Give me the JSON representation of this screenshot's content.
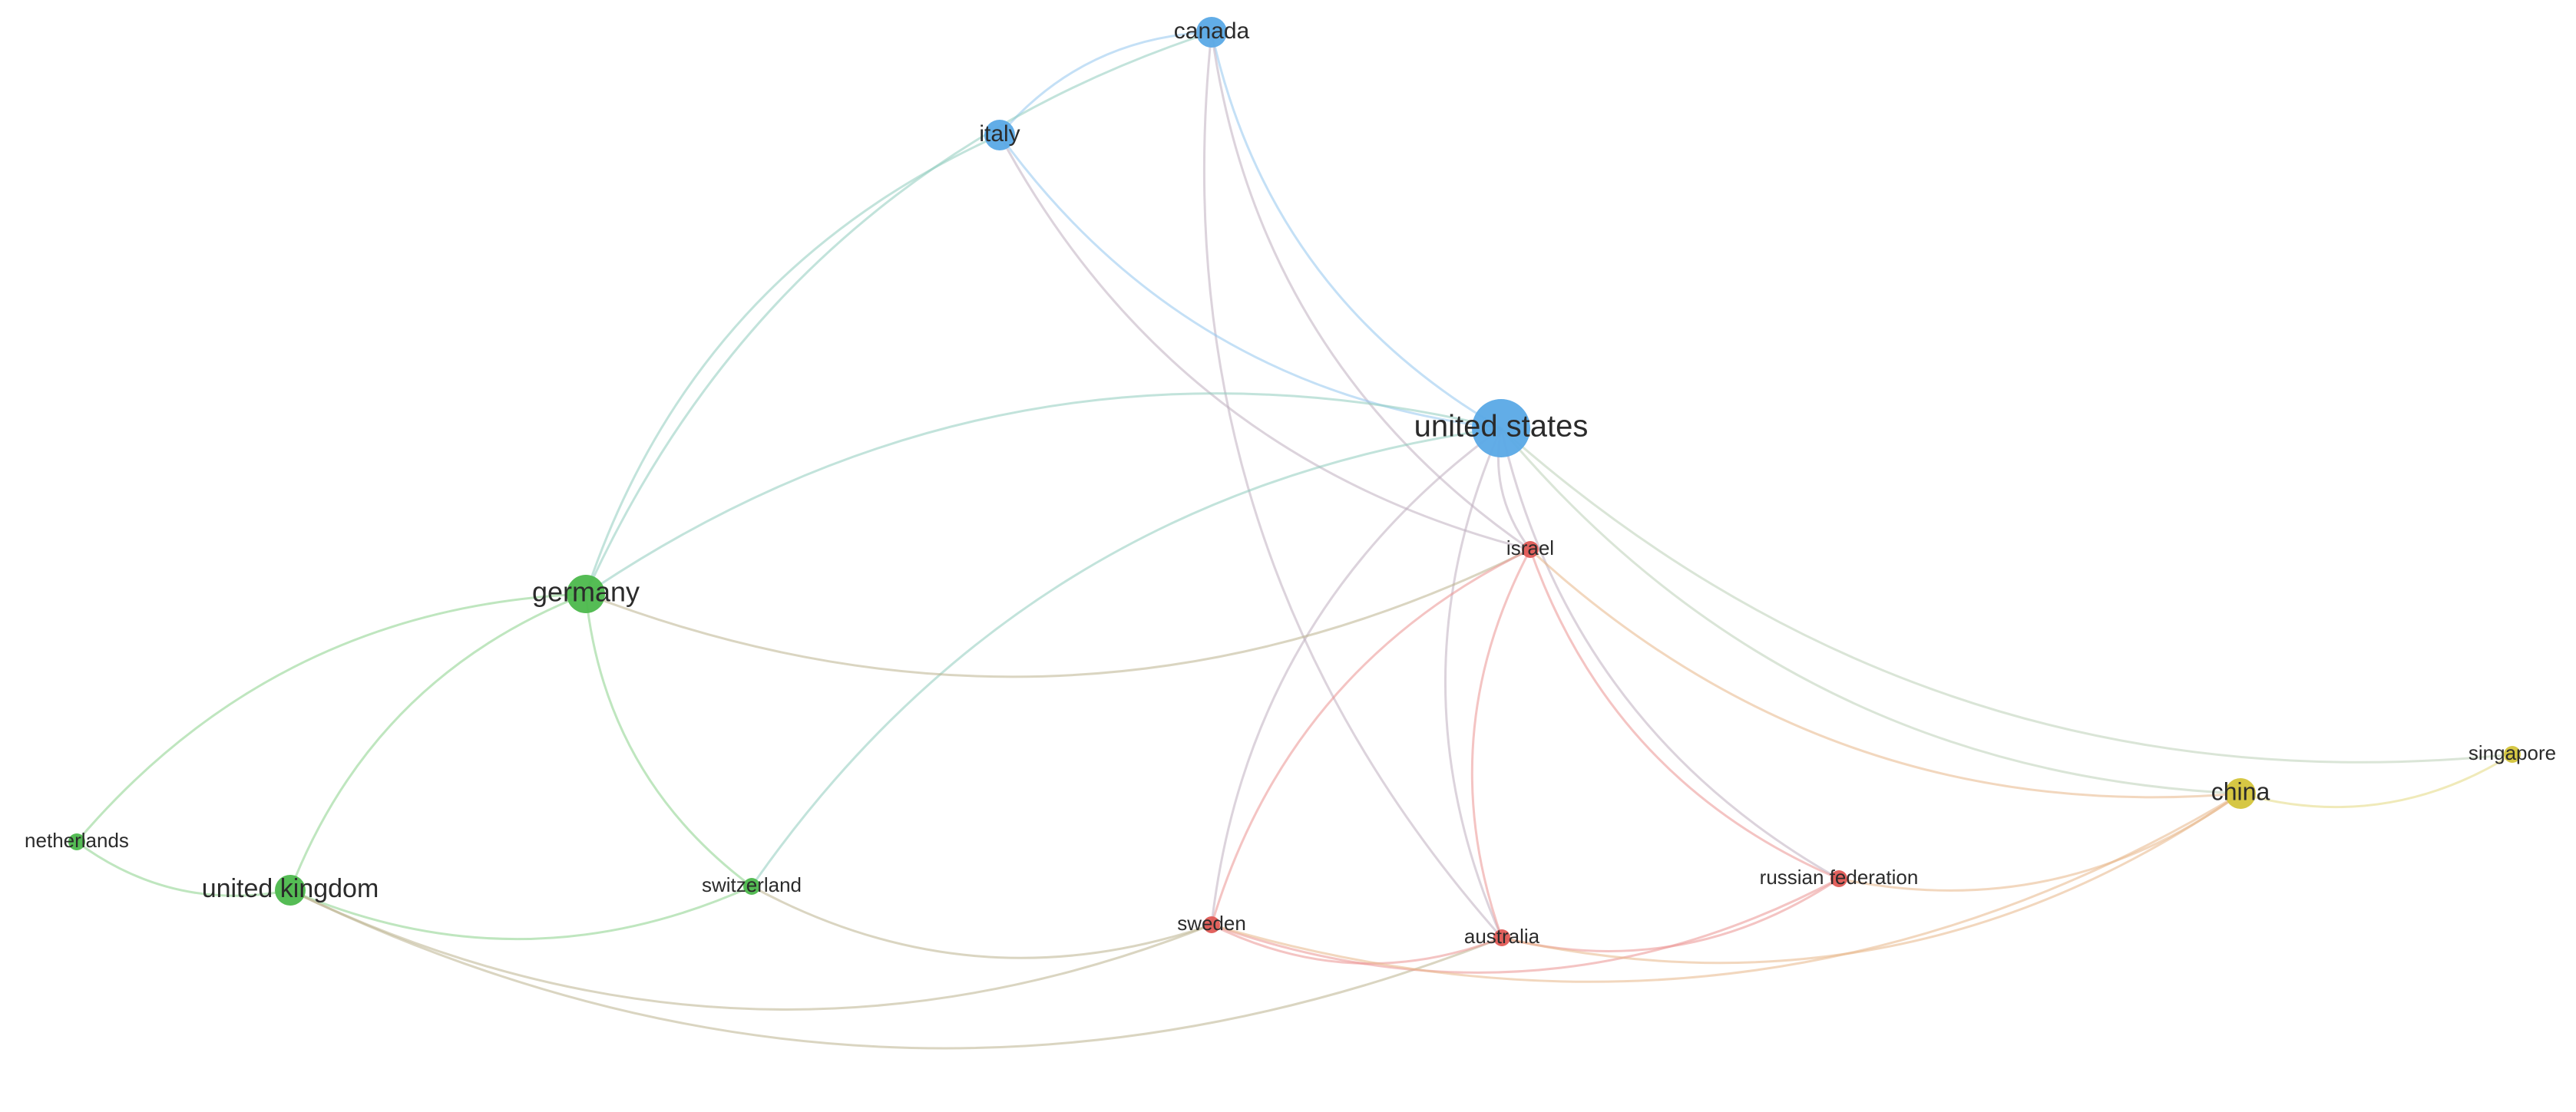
{
  "diagram": {
    "type": "country-collaboration-network",
    "clusters": {
      "blue": "#5aa9e6",
      "green": "#4cb84c",
      "red": "#e05a55",
      "yellow": "#d4c43a"
    },
    "nodes": [
      {
        "id": "canada",
        "label": "canada",
        "cluster": "blue",
        "weight": 2
      },
      {
        "id": "italy",
        "label": "italy",
        "cluster": "blue",
        "weight": 2
      },
      {
        "id": "united_states",
        "label": "united states",
        "cluster": "blue",
        "weight": 5
      },
      {
        "id": "germany",
        "label": "germany",
        "cluster": "green",
        "weight": 3
      },
      {
        "id": "netherlands",
        "label": "netherlands",
        "cluster": "green",
        "weight": 1
      },
      {
        "id": "united_kingdom",
        "label": "united kingdom",
        "cluster": "green",
        "weight": 2.5
      },
      {
        "id": "switzerland",
        "label": "switzerland",
        "cluster": "green",
        "weight": 1
      },
      {
        "id": "israel",
        "label": "israel",
        "cluster": "red",
        "weight": 1
      },
      {
        "id": "sweden",
        "label": "sweden",
        "cluster": "red",
        "weight": 1
      },
      {
        "id": "australia",
        "label": "australia",
        "cluster": "red",
        "weight": 1
      },
      {
        "id": "russian_federation",
        "label": "russian federation",
        "cluster": "red",
        "weight": 1
      },
      {
        "id": "china",
        "label": "china",
        "cluster": "yellow",
        "weight": 2
      },
      {
        "id": "singapore",
        "label": "singapore",
        "cluster": "yellow",
        "weight": 1
      }
    ],
    "edges": [
      [
        "canada",
        "italy"
      ],
      [
        "canada",
        "united_states"
      ],
      [
        "canada",
        "germany"
      ],
      [
        "canada",
        "israel"
      ],
      [
        "canada",
        "australia"
      ],
      [
        "italy",
        "united_states"
      ],
      [
        "italy",
        "germany"
      ],
      [
        "italy",
        "israel"
      ],
      [
        "united_states",
        "germany"
      ],
      [
        "united_states",
        "israel"
      ],
      [
        "united_states",
        "china"
      ],
      [
        "united_states",
        "singapore"
      ],
      [
        "united_states",
        "sweden"
      ],
      [
        "united_states",
        "australia"
      ],
      [
        "united_states",
        "russian_federation"
      ],
      [
        "united_states",
        "switzerland"
      ],
      [
        "germany",
        "netherlands"
      ],
      [
        "germany",
        "united_kingdom"
      ],
      [
        "germany",
        "switzerland"
      ],
      [
        "germany",
        "israel"
      ],
      [
        "netherlands",
        "united_kingdom"
      ],
      [
        "united_kingdom",
        "switzerland"
      ],
      [
        "united_kingdom",
        "australia"
      ],
      [
        "united_kingdom",
        "sweden"
      ],
      [
        "switzerland",
        "sweden"
      ],
      [
        "israel",
        "sweden"
      ],
      [
        "israel",
        "australia"
      ],
      [
        "israel",
        "russian_federation"
      ],
      [
        "israel",
        "china"
      ],
      [
        "sweden",
        "australia"
      ],
      [
        "sweden",
        "russian_federation"
      ],
      [
        "sweden",
        "china"
      ],
      [
        "australia",
        "russian_federation"
      ],
      [
        "australia",
        "china"
      ],
      [
        "russian_federation",
        "china"
      ],
      [
        "china",
        "singapore"
      ]
    ]
  }
}
